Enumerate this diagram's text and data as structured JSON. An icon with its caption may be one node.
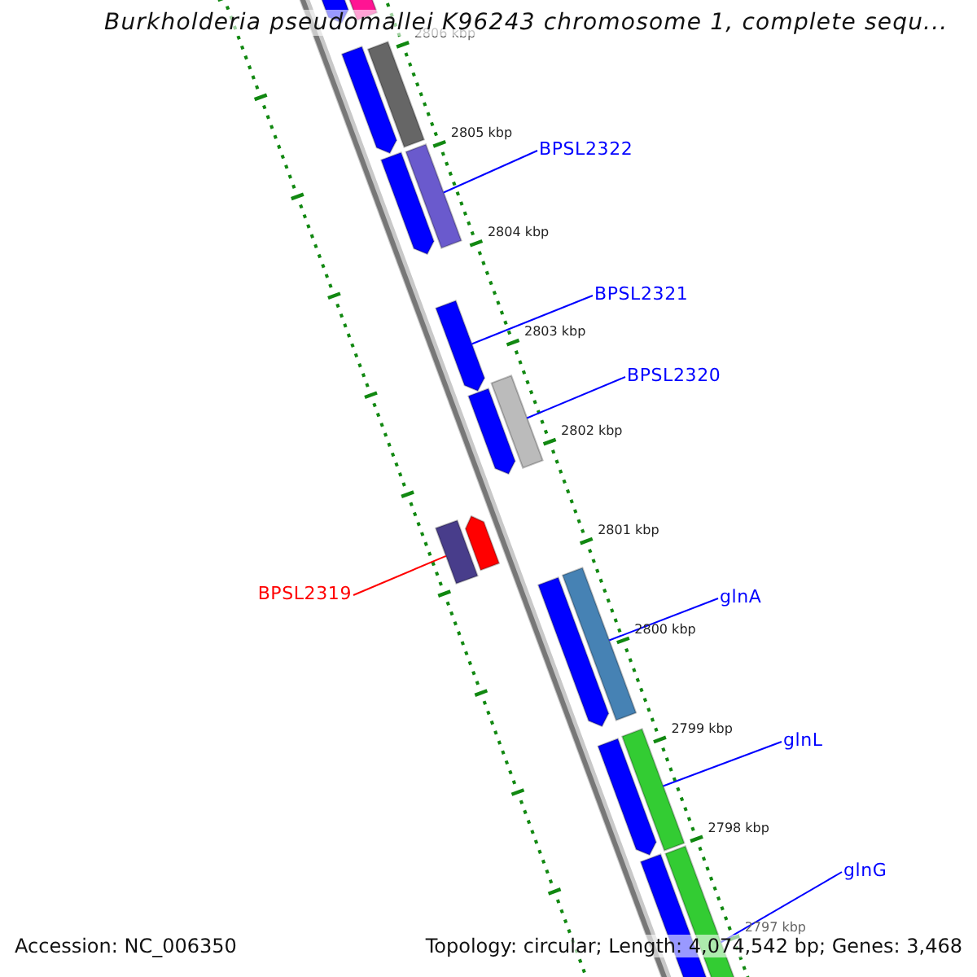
{
  "diagram": {
    "title": "Burkholderia pseudomallei K96243 chromosome 1, complete sequ...",
    "nodes": [
      {
        "text": [
          "BPSL2322"
        ]
      },
      {
        "text": [
          "BPSL2321"
        ]
      },
      {
        "text": [
          "BPSL2320"
        ]
      },
      {
        "text": [
          "BPSL2319"
        ]
      },
      {
        "text": [
          "glnA"
        ]
      },
      {
        "text": [
          "glnL"
        ]
      },
      {
        "text": [
          "glnG"
        ]
      },
      {
        "text": [],
        "shape": "pentagon"
      },
      {
        "text": [],
        "shape": "box"
      },
      {
        "text": [],
        "shape": "box"
      },
      {
        "text": [],
        "shape": "pentagon"
      },
      {
        "text": [],
        "shape": "box"
      },
      {
        "text": [],
        "shape": "pentagon"
      },
      {
        "text": [],
        "shape": "pentagon"
      },
      {
        "text": [],
        "shape": "box"
      },
      {
        "text": [],
        "shape": "pentagon"
      },
      {
        "text": [],
        "shape": "pentagon"
      },
      {
        "text": [],
        "shape": "box"
      },
      {
        "text": [],
        "shape": "box"
      },
      {
        "text": [],
        "shape": "pentagon"
      },
      {
        "text": [],
        "shape": "box"
      },
      {
        "text": [],
        "shape": "pentagon"
      },
      {
        "text": [],
        "shape": "box"
      },
      {
        "text": [],
        "shape": "pentagon"
      }
    ],
    "edges": [
      {
        "from": 0,
        "to": 11,
        "arrow": "none"
      },
      {
        "from": 1,
        "to": 13,
        "arrow": "none"
      },
      {
        "from": 2,
        "to": 14,
        "arrow": "none"
      },
      {
        "from": 3,
        "to": 17,
        "arrow": "none",
        "color": "#ff0000"
      },
      {
        "from": 4,
        "to": 18,
        "arrow": "none"
      },
      {
        "from": 5,
        "to": 20,
        "arrow": "none"
      },
      {
        "from": 6,
        "to": 22,
        "arrow": "none"
      }
    ],
    "labels": [
      "2806 kbp",
      "2805 kbp",
      "2804 kbp",
      "2803 kbp",
      "2802 kbp",
      "2801 kbp",
      "2800 kbp",
      "2799 kbp",
      "2798 kbp",
      "2797 kbp",
      "Accession: NC_006350",
      "Topology: circular; Length: 4,074,542 bp; Genes: 3,468"
    ]
  }
}
